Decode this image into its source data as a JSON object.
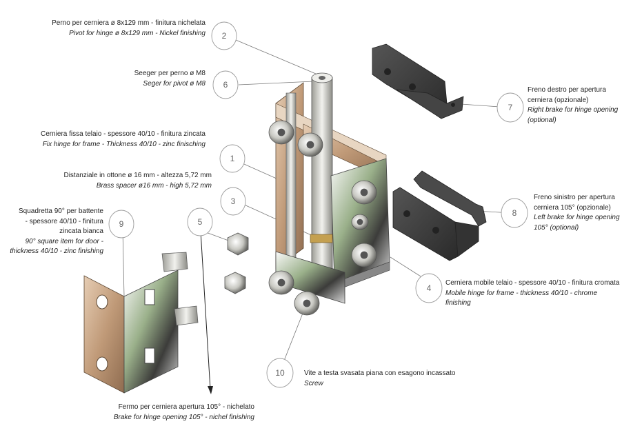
{
  "labels": {
    "l2": {
      "num": "2",
      "it": "Perno per cerniera ø 8x129 mm - finitura nichelata",
      "en": "Pivot for hinge ø 8x129 mm - Nickel finishing"
    },
    "l6": {
      "num": "6",
      "it": "Seeger per perno ø M8",
      "en": "Seger for pivot ø M8"
    },
    "l7": {
      "num": "7",
      "it1": "Freno destro per apertura",
      "it2": "cerniera (opzionale)",
      "en1": "Right brake for hinge opening",
      "en2": "(optional)"
    },
    "l1": {
      "num": "1",
      "it": "Cerniera fissa telaio - spessore 40/10 - finitura zincata",
      "en": "Fix hinge for frame - Thickness 40/10 - zinc finisching"
    },
    "l3": {
      "num": "3",
      "it": "Distanziale in ottone ø 16 mm - altezza 5,72 mm",
      "en": "Brass spacer ø16 mm - high 5,72 mm"
    },
    "l8": {
      "num": "8",
      "it1": "Freno sinistro per apertura",
      "it2": "cerniera 105° (opzionale)",
      "en1": "Left brake for hinge opening",
      "en2": "105° (optional)"
    },
    "l9": {
      "num": "9",
      "it1": "Squadretta 90° per battente",
      "it2": "- spessore 40/10 - finitura",
      "it3": "zincata bianca",
      "en1": "90° square item for door -",
      "en2": "thickness 40/10 - zinc finishing"
    },
    "l5": {
      "num": "5",
      "it": "Fermo per cerniera apertura 105° - nichelato",
      "en": "Brake for hinge opening 105° - nichel finishing"
    },
    "l4": {
      "num": "4",
      "it": "Cerniera mobile telaio - spessore 40/10 - finitura cromata",
      "en": "Mobile hinge for frame - thickness 40/10 - chrome finishing"
    },
    "l10": {
      "num": "10",
      "it": "Vite a testa svasata piana con esagono incassato",
      "en": "Screw"
    }
  },
  "colors": {
    "bronze": "#c9a88a",
    "bronze_dark": "#8a6a4e",
    "steel": "#d8d8d2",
    "steel_dark": "#7a7a74",
    "black_part": "#3a3a3a",
    "bubble": "#9a9a9a"
  }
}
